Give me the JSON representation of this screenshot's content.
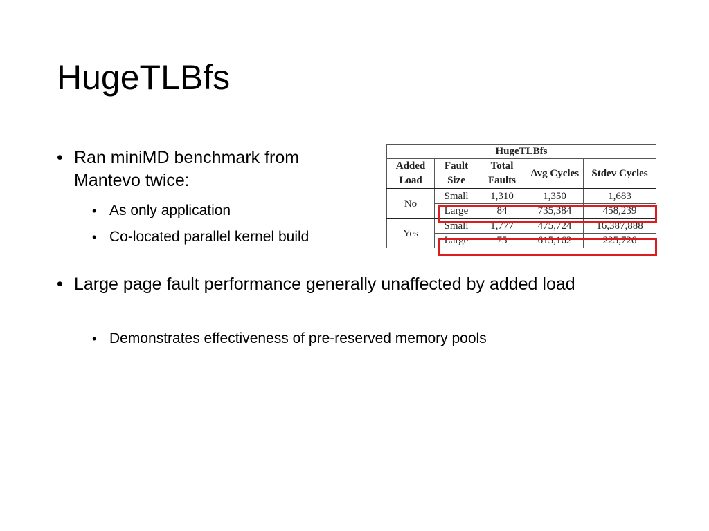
{
  "slide": {
    "title": "HugeTLBfs",
    "bullets": [
      {
        "text": "Ran miniMD benchmark from Mantevo twice:",
        "sub": [
          "As only application",
          "Co-located parallel kernel build"
        ]
      },
      {
        "text": "Large page fault performance  generally unaffected by added load",
        "sub": [
          "Demonstrates effectiveness of pre-reserved memory pools"
        ]
      }
    ],
    "bullet_glyph": "•"
  },
  "table": {
    "caption": "HugeTLBfs",
    "headers": [
      "Added Load",
      "Fault Size",
      "Total Faults",
      "Avg Cycles",
      "Stdev Cycles"
    ],
    "groups": [
      {
        "load": "No",
        "rows": [
          [
            "Small",
            "1,310",
            "1,350",
            "1,683"
          ],
          [
            "Large",
            "84",
            "735,384",
            "458,239"
          ]
        ]
      },
      {
        "load": "Yes",
        "rows": [
          [
            "Small",
            "1,777",
            "475,724",
            "16,387,888"
          ],
          [
            "Large",
            "75",
            "615,162",
            "225,726"
          ]
        ]
      }
    ],
    "highlight_color": "#d81e1e"
  }
}
